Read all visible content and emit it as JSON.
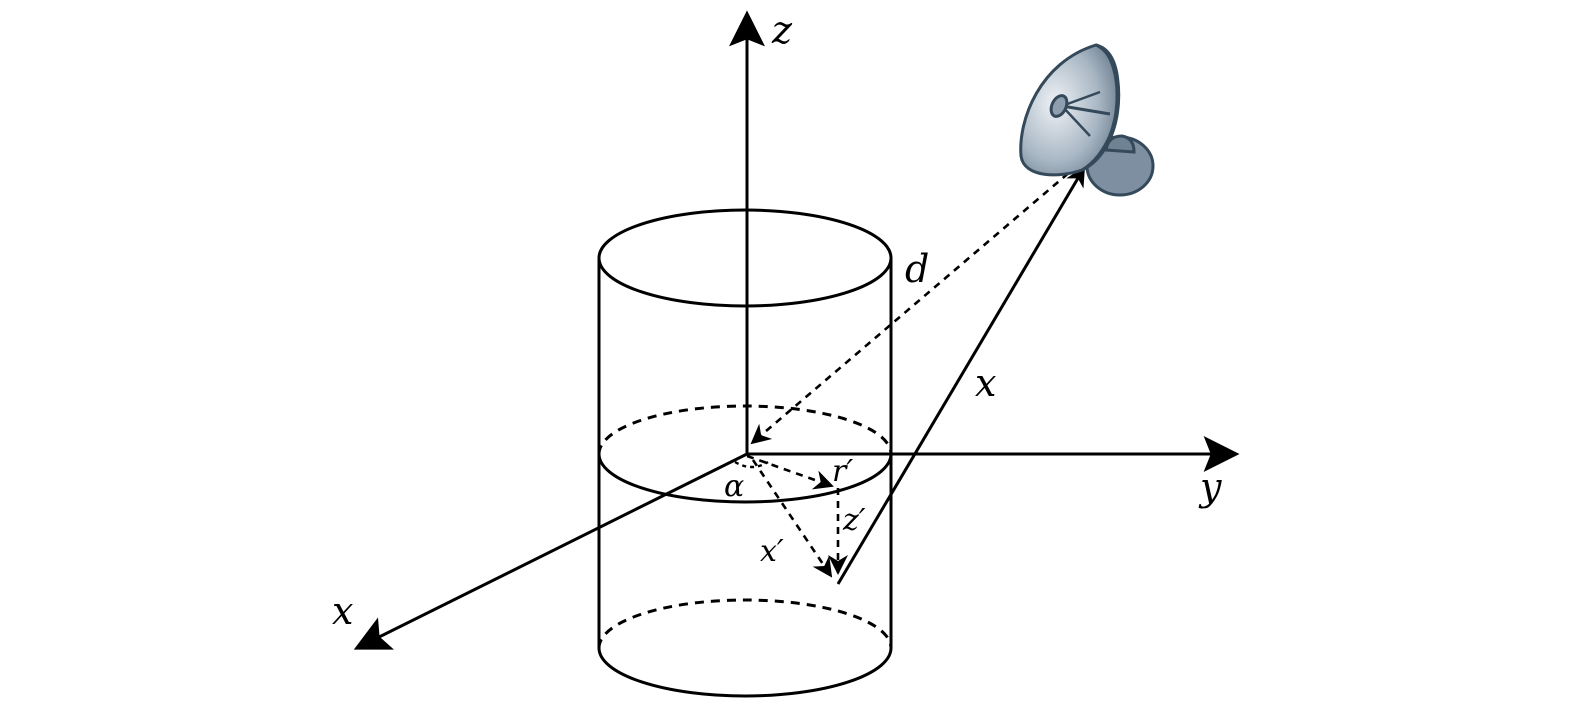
{
  "labels": {
    "z_axis": "z",
    "y_axis": "y",
    "x_axis": "x",
    "distance": "d",
    "position_vector": "x",
    "angle": "α",
    "radius": "r′",
    "height": "z′",
    "local_vector": "x′"
  },
  "colors": {
    "ink": "#000000",
    "antenna_fill": "#7d8fa0",
    "antenna_stroke": "#34495a"
  },
  "icons": {
    "antenna": "satellite-dish-icon"
  }
}
